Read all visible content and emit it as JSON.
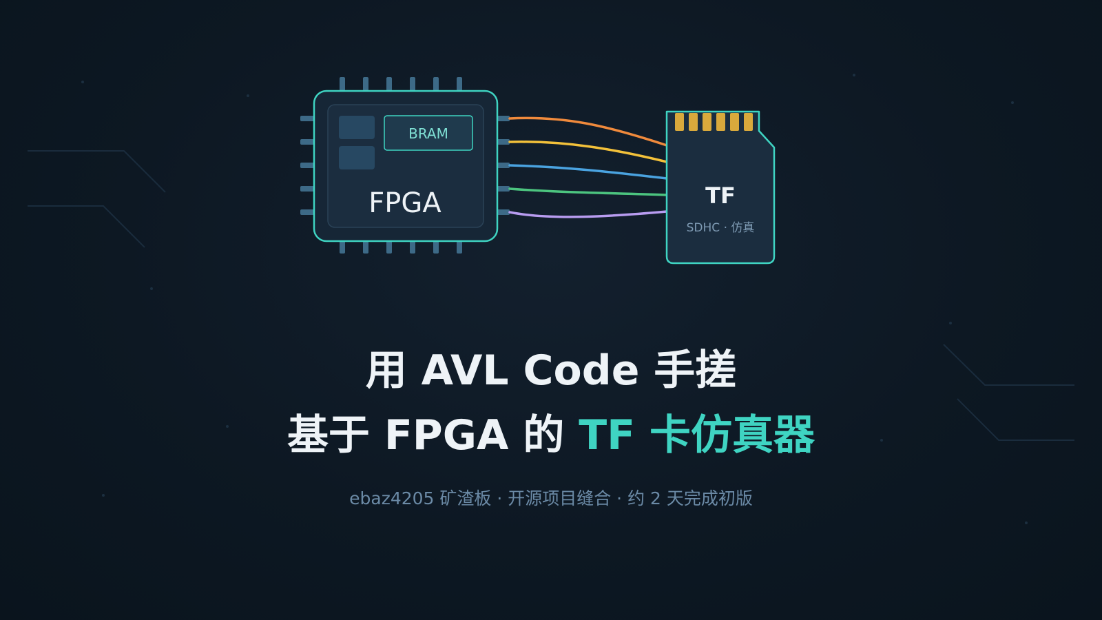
{
  "fpga": {
    "chip_label": "FPGA",
    "bram_label": "BRAM"
  },
  "tf_card": {
    "label": "TF",
    "sublabel": "SDHC · 仿真"
  },
  "title": {
    "line1": "用 AVL Code 手搓",
    "line2_prefix": "基于 FPGA 的 ",
    "line2_accent": "TF 卡仿真器"
  },
  "subtitle": "ebaz4205 矿渣板 · 开源项目缝合 · 约 2 天完成初版",
  "colors": {
    "background": "#0c1722",
    "accent": "#3fd4c2",
    "chip_outline": "#3fd4c2",
    "gold_contact": "#d9a93c",
    "wires": [
      "#f08a3c",
      "#f3c13a",
      "#4aa3e0",
      "#4cc47f",
      "#b89cf0"
    ]
  },
  "icons": [
    "fpga-chip-icon",
    "tf-card-icon",
    "signal-wire-icon"
  ]
}
